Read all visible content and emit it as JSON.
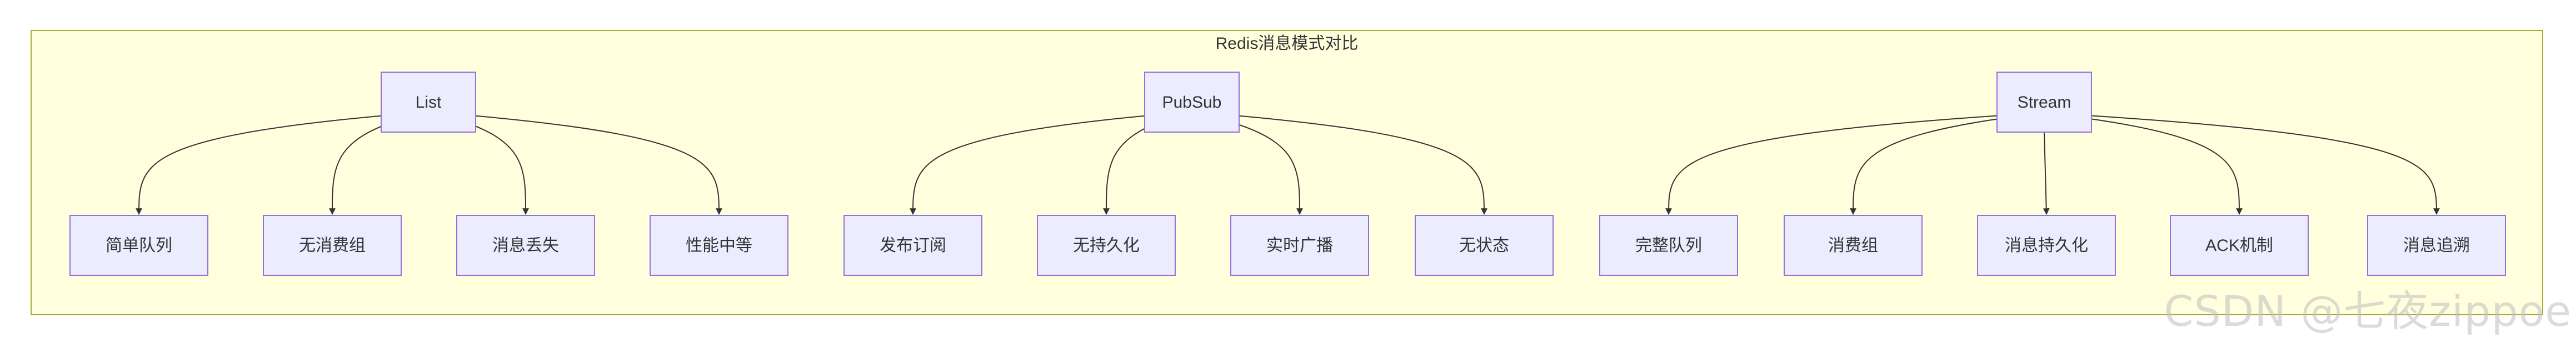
{
  "diagram": {
    "title": "Redis消息模式对比",
    "colors": {
      "group_fill": "#ffffde",
      "group_stroke": "#aaaa33",
      "node_fill": "#ececff",
      "node_stroke": "#9370db",
      "edge": "#333333",
      "text": "#333333"
    },
    "roots": [
      {
        "id": "list",
        "label": "List",
        "children": [
          "简单队列",
          "无消费组",
          "消息丢失",
          "性能中等"
        ]
      },
      {
        "id": "pubsub",
        "label": "PubSub",
        "children": [
          "发布订阅",
          "无持久化",
          "实时广播",
          "无状态"
        ]
      },
      {
        "id": "stream",
        "label": "Stream",
        "children": [
          "完整队列",
          "消费组",
          "消息持久化",
          "ACK机制",
          "消息追溯"
        ]
      }
    ]
  },
  "watermark": "CSDN @七夜zippoe"
}
